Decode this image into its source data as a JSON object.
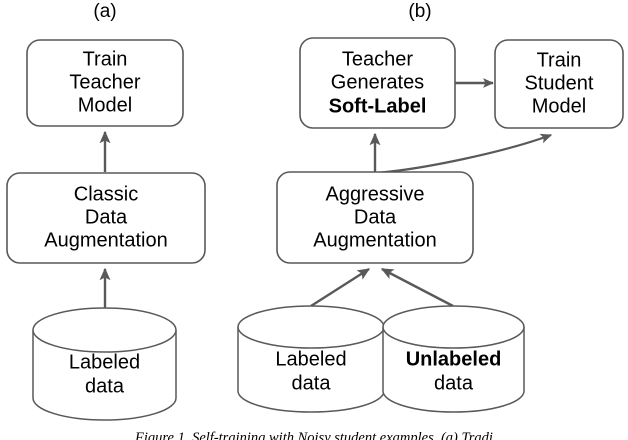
{
  "figure": {
    "panels": [
      {
        "id": "panel-a",
        "label": "(a)",
        "nodes": [
          {
            "id": "train-teacher-model",
            "kind": "rounded-box",
            "lines": [
              {
                "text": "Train",
                "bold": false
              },
              {
                "text": "Teacher",
                "bold": false
              },
              {
                "text": "Model",
                "bold": false
              }
            ]
          },
          {
            "id": "classic-data-augmentation",
            "kind": "rounded-box",
            "lines": [
              {
                "text": "Classic",
                "bold": false
              },
              {
                "text": "Data",
                "bold": false
              },
              {
                "text": "Augmentation",
                "bold": false
              }
            ]
          },
          {
            "id": "labeled-data-a",
            "kind": "cylinder",
            "lines": [
              {
                "text": "Labeled",
                "bold": false
              },
              {
                "text": "data",
                "bold": false
              }
            ]
          }
        ],
        "edges": [
          {
            "id": "edge-labeled-to-classic",
            "from": "labeled-data-a",
            "to": "classic-data-augmentation",
            "style": "straight-arrow"
          },
          {
            "id": "edge-classic-to-teacher",
            "from": "classic-data-augmentation",
            "to": "train-teacher-model",
            "style": "straight-arrow"
          }
        ]
      },
      {
        "id": "panel-b",
        "label": "(b)",
        "nodes": [
          {
            "id": "teacher-generates-soft-label",
            "kind": "rounded-box",
            "lines": [
              {
                "text": "Teacher",
                "bold": false
              },
              {
                "text": "Generates",
                "bold": false
              },
              {
                "text": "Soft-Label",
                "bold": true
              }
            ]
          },
          {
            "id": "train-student-model",
            "kind": "rounded-box",
            "lines": [
              {
                "text": "Train",
                "bold": false
              },
              {
                "text": "Student",
                "bold": false
              },
              {
                "text": "Model",
                "bold": false
              }
            ]
          },
          {
            "id": "aggressive-data-augmentation",
            "kind": "rounded-box",
            "lines": [
              {
                "text": "Aggressive",
                "bold": false
              },
              {
                "text": "Data",
                "bold": false
              },
              {
                "text": "Augmentation",
                "bold": false
              }
            ]
          },
          {
            "id": "labeled-data-b",
            "kind": "cylinder",
            "lines": [
              {
                "text": "Labeled",
                "bold": false
              },
              {
                "text": "data",
                "bold": false
              }
            ]
          },
          {
            "id": "unlabeled-data-b",
            "kind": "cylinder",
            "lines": [
              {
                "text": "Unlabeled",
                "bold": true
              },
              {
                "text": "data",
                "bold": false
              }
            ]
          }
        ],
        "edges": [
          {
            "id": "edge-labeled-to-aggressive",
            "from": "labeled-data-b",
            "to": "aggressive-data-augmentation",
            "style": "diagonal-arrow"
          },
          {
            "id": "edge-unlabeled-to-aggressive",
            "from": "unlabeled-data-b",
            "to": "aggressive-data-augmentation",
            "style": "diagonal-arrow"
          },
          {
            "id": "edge-aggressive-to-teacher",
            "from": "aggressive-data-augmentation",
            "to": "teacher-generates-soft-label",
            "style": "straight-arrow"
          },
          {
            "id": "edge-aggressive-to-student",
            "from": "aggressive-data-augmentation",
            "to": "train-student-model",
            "style": "curved-arrow"
          },
          {
            "id": "edge-teacher-to-student",
            "from": "teacher-generates-soft-label",
            "to": "train-student-model",
            "style": "straight-arrow-right"
          }
        ]
      }
    ],
    "caption": "Figure 1. Self-training with Noisy student examples. (a) Tradi",
    "colors": {
      "stroke": "#58595b",
      "text": "#000000",
      "background": "#ffffff"
    }
  }
}
